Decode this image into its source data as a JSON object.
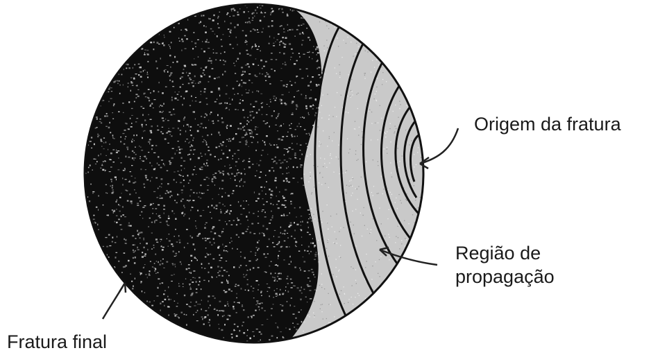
{
  "labels": {
    "origin": "Origem da fratura",
    "propagation_line1": "Região de",
    "propagation_line2": "propagação",
    "final": "Fratura final"
  },
  "colors": {
    "background": "#ffffff",
    "final_fracture_zone": "#0e0e0e",
    "speckle": "#d8d8d8",
    "propagation_zone": "#c9c9c9",
    "beach_marks": "#111111",
    "text": "#1a1a1a"
  },
  "features": {
    "beach_mark_count": 7,
    "speckle_count": 2600
  }
}
